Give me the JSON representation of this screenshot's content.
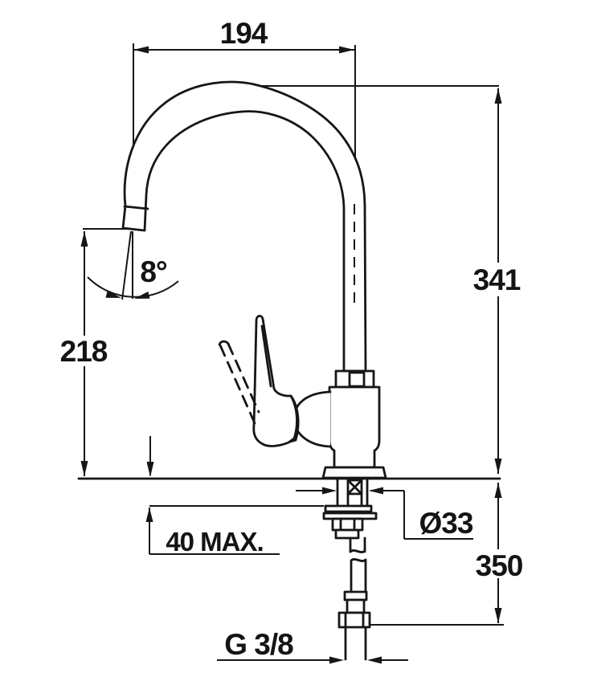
{
  "page": {
    "background": "#ffffff",
    "line_color": "#161616"
  },
  "drawing": {
    "labels": {
      "spout_reach": "194",
      "overall_height": "341",
      "spout_height": "218",
      "spout_angle": "8°",
      "counter_thickness": "40 MAX.",
      "hole_diameter": "Ø33",
      "hose_length": "350",
      "connection_thread": "G 3/8"
    }
  }
}
